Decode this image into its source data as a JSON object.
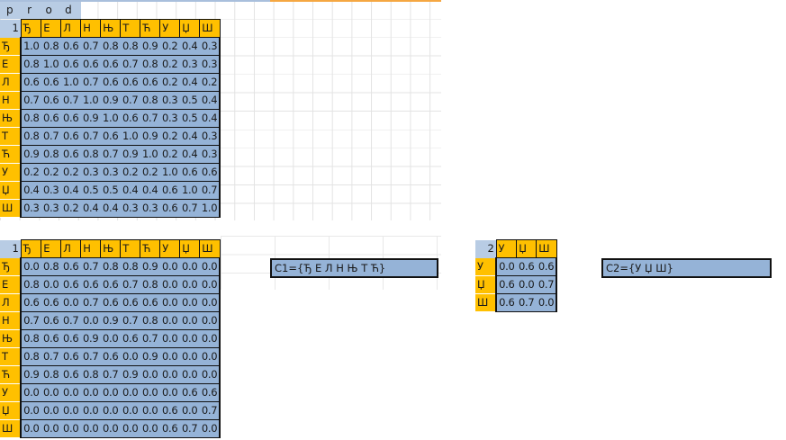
{
  "prod_row": [
    "p",
    "r",
    "o",
    "d"
  ],
  "labels": [
    "Ђ",
    "Е",
    "Л",
    "Н",
    "Њ",
    "Т",
    "Ћ",
    "У",
    "Џ",
    "Ш"
  ],
  "matrix1": {
    "corner": "1",
    "rows": [
      [
        "1.0",
        "0.8",
        "0.6",
        "0.7",
        "0.8",
        "0.8",
        "0.9",
        "0.2",
        "0.4",
        "0.3"
      ],
      [
        "0.8",
        "1.0",
        "0.6",
        "0.6",
        "0.6",
        "0.7",
        "0.8",
        "0.2",
        "0.3",
        "0.3"
      ],
      [
        "0.6",
        "0.6",
        "1.0",
        "0.7",
        "0.6",
        "0.6",
        "0.6",
        "0.2",
        "0.4",
        "0.2"
      ],
      [
        "0.7",
        "0.6",
        "0.7",
        "1.0",
        "0.9",
        "0.7",
        "0.8",
        "0.3",
        "0.5",
        "0.4"
      ],
      [
        "0.8",
        "0.6",
        "0.6",
        "0.9",
        "1.0",
        "0.6",
        "0.7",
        "0.3",
        "0.5",
        "0.4"
      ],
      [
        "0.8",
        "0.7",
        "0.6",
        "0.7",
        "0.6",
        "1.0",
        "0.9",
        "0.2",
        "0.4",
        "0.3"
      ],
      [
        "0.9",
        "0.8",
        "0.6",
        "0.8",
        "0.7",
        "0.9",
        "1.0",
        "0.2",
        "0.4",
        "0.3"
      ],
      [
        "0.2",
        "0.2",
        "0.2",
        "0.3",
        "0.3",
        "0.2",
        "0.2",
        "1.0",
        "0.6",
        "0.6"
      ],
      [
        "0.4",
        "0.3",
        "0.4",
        "0.5",
        "0.5",
        "0.4",
        "0.4",
        "0.6",
        "1.0",
        "0.7"
      ],
      [
        "0.3",
        "0.3",
        "0.2",
        "0.4",
        "0.4",
        "0.3",
        "0.3",
        "0.6",
        "0.7",
        "1.0"
      ]
    ]
  },
  "matrix2": {
    "corner": "1",
    "rows": [
      [
        "0.0",
        "0.8",
        "0.6",
        "0.7",
        "0.8",
        "0.8",
        "0.9",
        "0.0",
        "0.0",
        "0.0"
      ],
      [
        "0.8",
        "0.0",
        "0.6",
        "0.6",
        "0.6",
        "0.7",
        "0.8",
        "0.0",
        "0.0",
        "0.0"
      ],
      [
        "0.6",
        "0.6",
        "0.0",
        "0.7",
        "0.6",
        "0.6",
        "0.6",
        "0.0",
        "0.0",
        "0.0"
      ],
      [
        "0.7",
        "0.6",
        "0.7",
        "0.0",
        "0.9",
        "0.7",
        "0.8",
        "0.0",
        "0.0",
        "0.0"
      ],
      [
        "0.8",
        "0.6",
        "0.6",
        "0.9",
        "0.0",
        "0.6",
        "0.7",
        "0.0",
        "0.0",
        "0.0"
      ],
      [
        "0.8",
        "0.7",
        "0.6",
        "0.7",
        "0.6",
        "0.0",
        "0.9",
        "0.0",
        "0.0",
        "0.0"
      ],
      [
        "0.9",
        "0.8",
        "0.6",
        "0.8",
        "0.7",
        "0.9",
        "0.0",
        "0.0",
        "0.0",
        "0.0"
      ],
      [
        "0.0",
        "0.0",
        "0.0",
        "0.0",
        "0.0",
        "0.0",
        "0.0",
        "0.0",
        "0.6",
        "0.6"
      ],
      [
        "0.0",
        "0.0",
        "0.0",
        "0.0",
        "0.0",
        "0.0",
        "0.0",
        "0.6",
        "0.0",
        "0.7"
      ],
      [
        "0.0",
        "0.0",
        "0.0",
        "0.0",
        "0.0",
        "0.0",
        "0.0",
        "0.6",
        "0.7",
        "0.0"
      ]
    ]
  },
  "matrix3": {
    "corner": "2",
    "labels": [
      "У",
      "Џ",
      "Ш"
    ],
    "rows": [
      [
        "0.0",
        "0.6",
        "0.6"
      ],
      [
        "0.6",
        "0.0",
        "0.7"
      ],
      [
        "0.6",
        "0.7",
        "0.0"
      ]
    ]
  },
  "cluster1": "C1={Ђ Е Л Н Њ Т Ћ}",
  "cluster2": "C2={У Џ Ш}",
  "colors": {
    "header": "#ffc000",
    "cell": "#95b3d7",
    "corner": "#b8cce4"
  }
}
